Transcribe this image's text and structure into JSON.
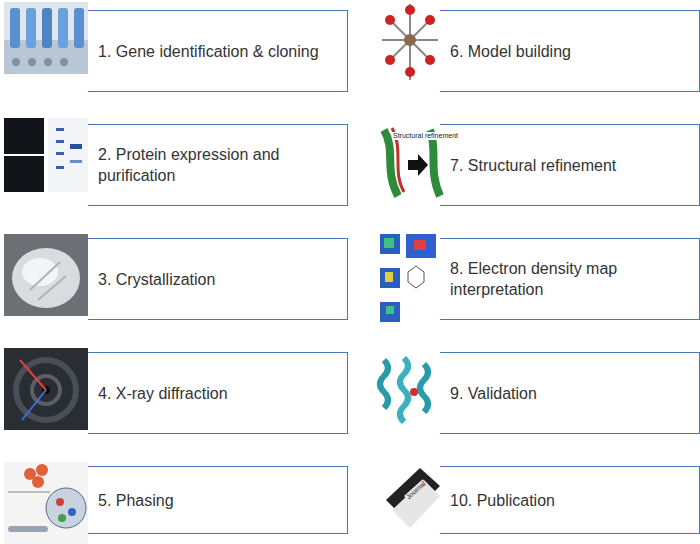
{
  "diagram": {
    "nodes": [
      {
        "text": [
          "1. Gene identification & cloning"
        ]
      },
      {
        "text": [
          "2. Protein expression and purification"
        ]
      },
      {
        "text": [
          "3. Crystallization"
        ]
      },
      {
        "text": [
          "4. X-ray diffraction"
        ]
      },
      {
        "text": [
          "5. Phasing"
        ]
      },
      {
        "text": [
          "6. Model building"
        ]
      },
      {
        "text": [
          "7. Structural refinement"
        ]
      },
      {
        "text": [
          "8. Electron density map interpretation"
        ]
      },
      {
        "text": [
          "9. Validation"
        ]
      },
      {
        "text": [
          "10. Publication"
        ]
      }
    ],
    "labels": [
      "Structural refinement",
      "Journal"
    ]
  }
}
